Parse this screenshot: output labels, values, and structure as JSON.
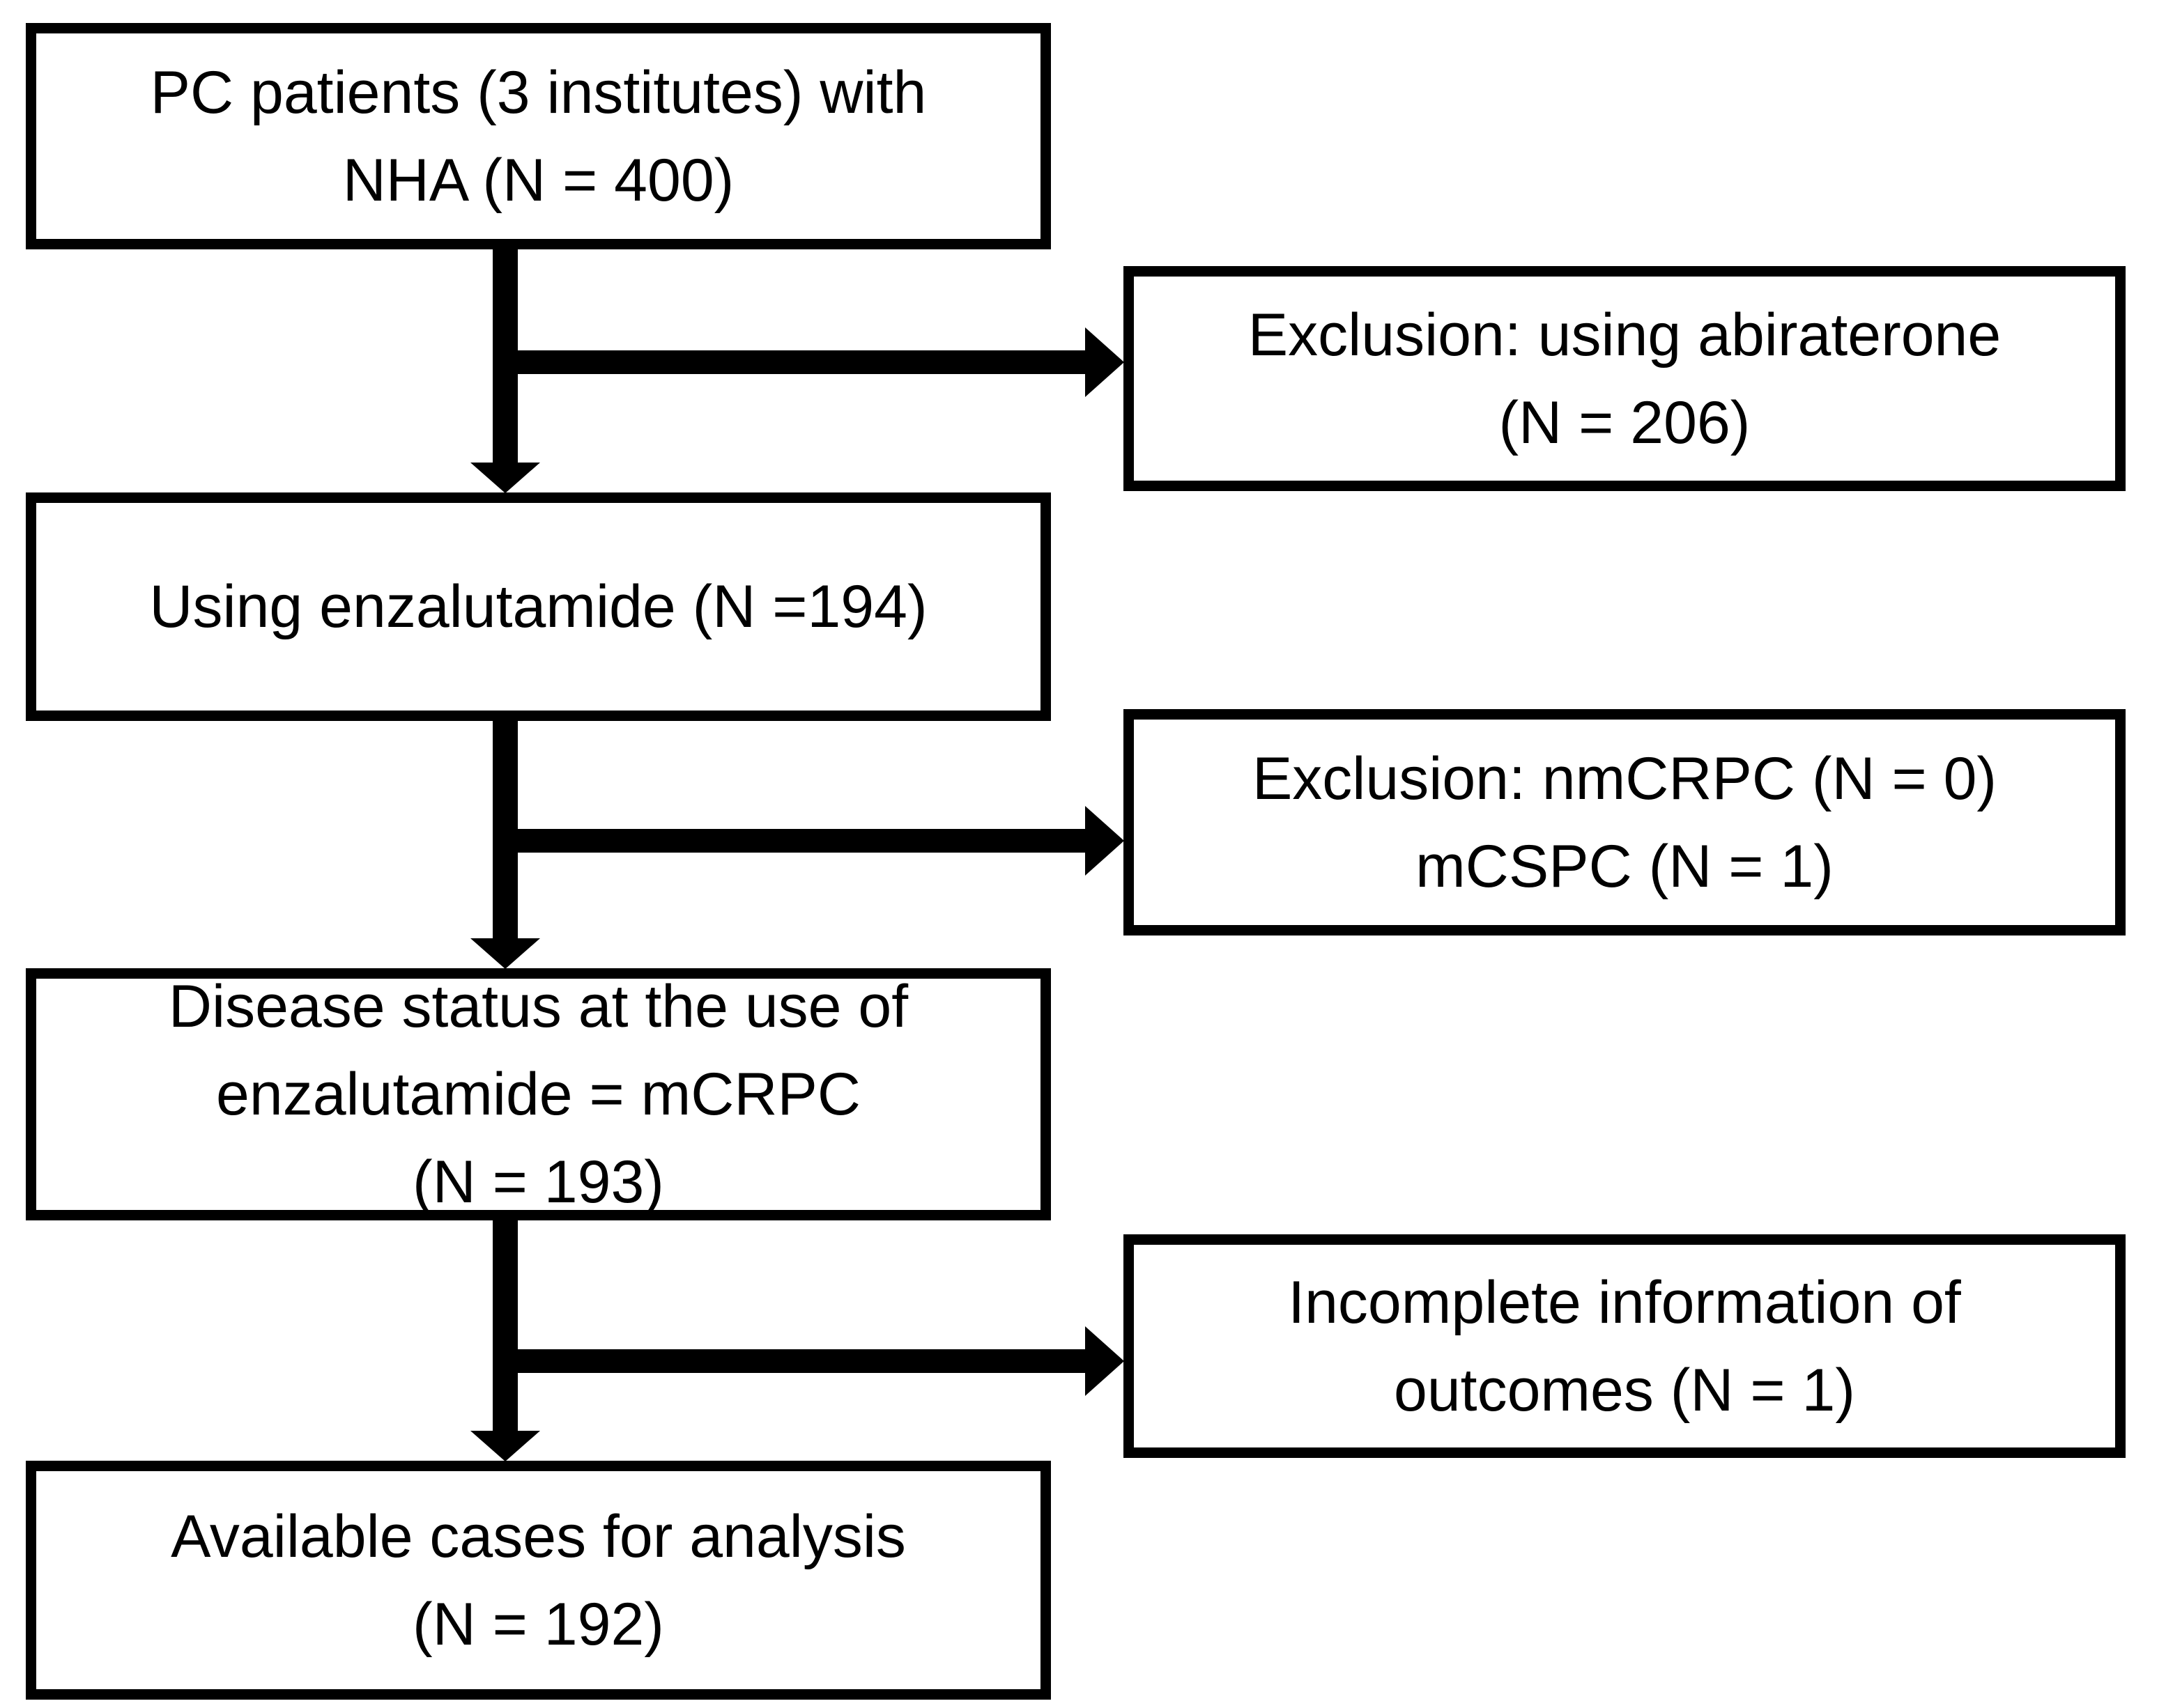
{
  "figure": {
    "type": "flowchart",
    "background_color": "#ffffff",
    "line_color": "#000000",
    "text_color": "#000000",
    "main_boxes": [
      {
        "text": "PC patients (3 institutes) with\nNHA (N = 400)"
      },
      {
        "text": "Using enzalutamide (N =194)"
      },
      {
        "text": "Disease status at the use of\nenzalutamide = mCRPC\n(N = 193)"
      },
      {
        "text": "Available cases for analysis\n(N = 192)"
      }
    ],
    "exclusion_boxes": [
      {
        "text": "Exclusion: using abiraterone\n(N = 206)"
      },
      {
        "text": "Exclusion: nmCRPC (N = 0)\nmCSPC (N = 1)"
      },
      {
        "text": "Incomplete information of\noutcomes (N = 1)"
      }
    ]
  }
}
